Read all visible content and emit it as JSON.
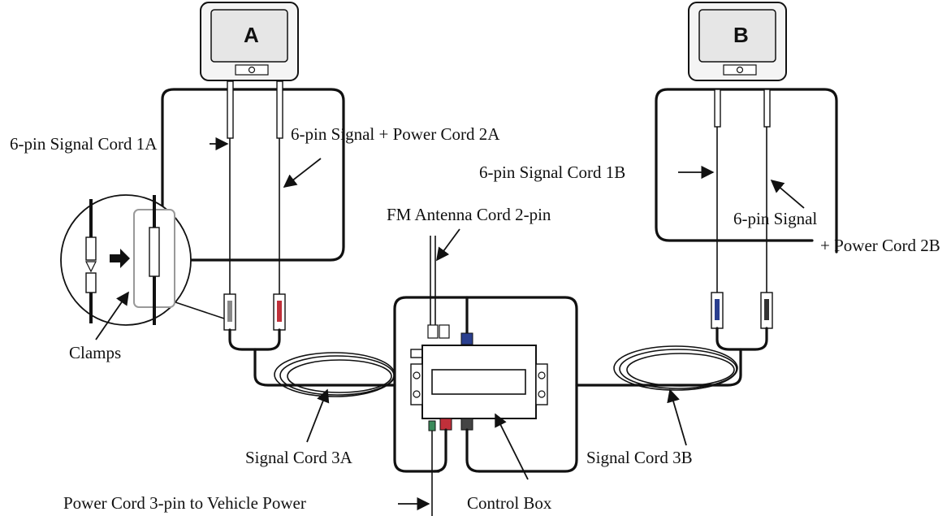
{
  "monitors": {
    "a": {
      "letter": "A"
    },
    "b": {
      "letter": "B"
    }
  },
  "labels": {
    "signal_cord_1a": "6-pin Signal Cord 1A",
    "signal_power_cord_2a": "6-pin Signal + Power Cord 2A",
    "signal_cord_1b": "6-pin Signal Cord 1B",
    "signal_power_cord_2b_line1": "6-pin Signal",
    "signal_power_cord_2b_line2": "+ Power Cord 2B",
    "fm_antenna": "FM Antenna Cord 2-pin",
    "clamps": "Clamps",
    "signal_cord_3a": "Signal Cord 3A",
    "signal_cord_3b": "Signal Cord 3B",
    "power_cord": "Power Cord 3-pin to Vehicle Power",
    "control_box": "Control Box"
  },
  "colors": {
    "line": "#111111",
    "connector_red": "#c0303a",
    "connector_blue": "#2a3f8f",
    "connector_green": "#3a8a5a",
    "screen": "#e6e6e6"
  }
}
